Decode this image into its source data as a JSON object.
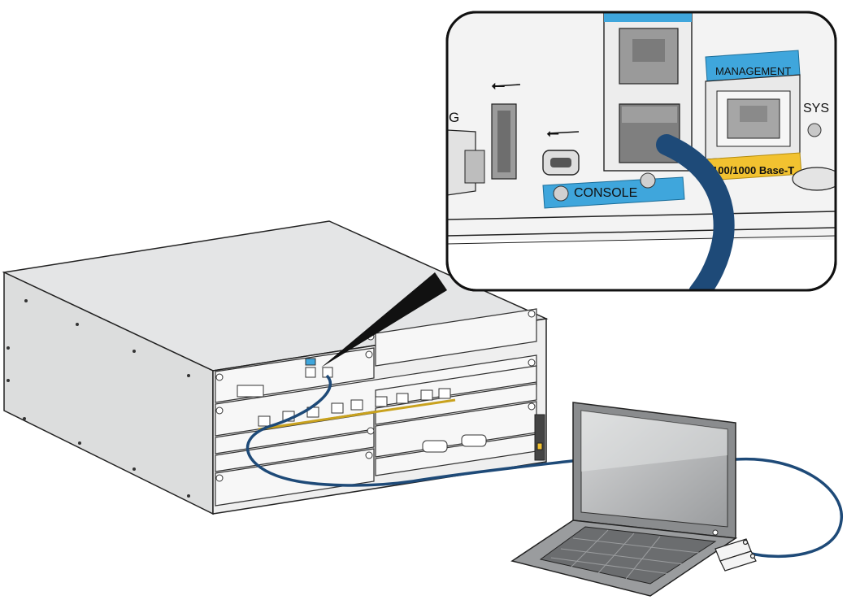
{
  "callout": {
    "port_g_label": "G",
    "usb_symbol": "⭠",
    "console_label": "CONSOLE",
    "management_label": "MANAGEMENT",
    "eth_speed_label": "100/1000 Base-T",
    "sys_label": "SYS"
  },
  "colors": {
    "cable": "#1e4a78",
    "console_strip": "#3fa6dc",
    "management_strip": "#3fa6dc",
    "speed_strip": "#f2c230",
    "chassis_top": "#e6e7e8",
    "chassis_side": "#d9dadb",
    "chassis_front": "#f0f0f0",
    "laptop_body": "#8a8c8e",
    "laptop_screen": "#b5b7b9"
  },
  "icons": [
    "usb-icon",
    "usb-icon-mini",
    "rj45-port-icon",
    "console-plug-icon",
    "sys-led-icon"
  ]
}
